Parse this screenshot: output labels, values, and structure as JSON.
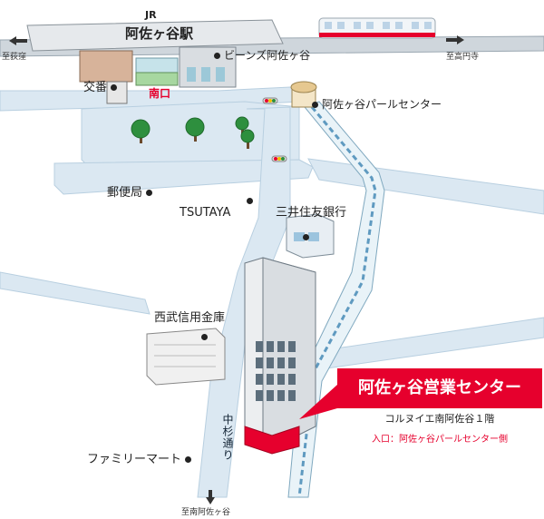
{
  "labels": {
    "jr": "JR",
    "station": "阿佐ヶ谷駅",
    "to_ogikubo": "至荻窪",
    "to_koenji": "至高円寺",
    "beans": "ビーンズ阿佐ヶ谷",
    "koban": "交番",
    "south_exit": "南口",
    "pearl_center": "阿佐ヶ谷パールセンター",
    "post_office": "郵便局",
    "tsutaya": "TSUTAYA",
    "smbc": "三井住友銀行",
    "seibu": "西武信用金庫",
    "family_mart": "ファミリーマート",
    "nakasugi": "中杉通り",
    "to_minami_asagaya": "至南阿佐ヶ谷"
  },
  "office": {
    "title": "阿佐ヶ谷営業センター",
    "address": "コルヌイエ南阿佐谷１階",
    "entrance": "入口：阿佐ヶ谷パールセンター側"
  },
  "colors": {
    "road": "#dbe8f2",
    "road_edge": "#b8cfe0",
    "highlight": "#e6002d",
    "tree": "#2e8f3e"
  }
}
